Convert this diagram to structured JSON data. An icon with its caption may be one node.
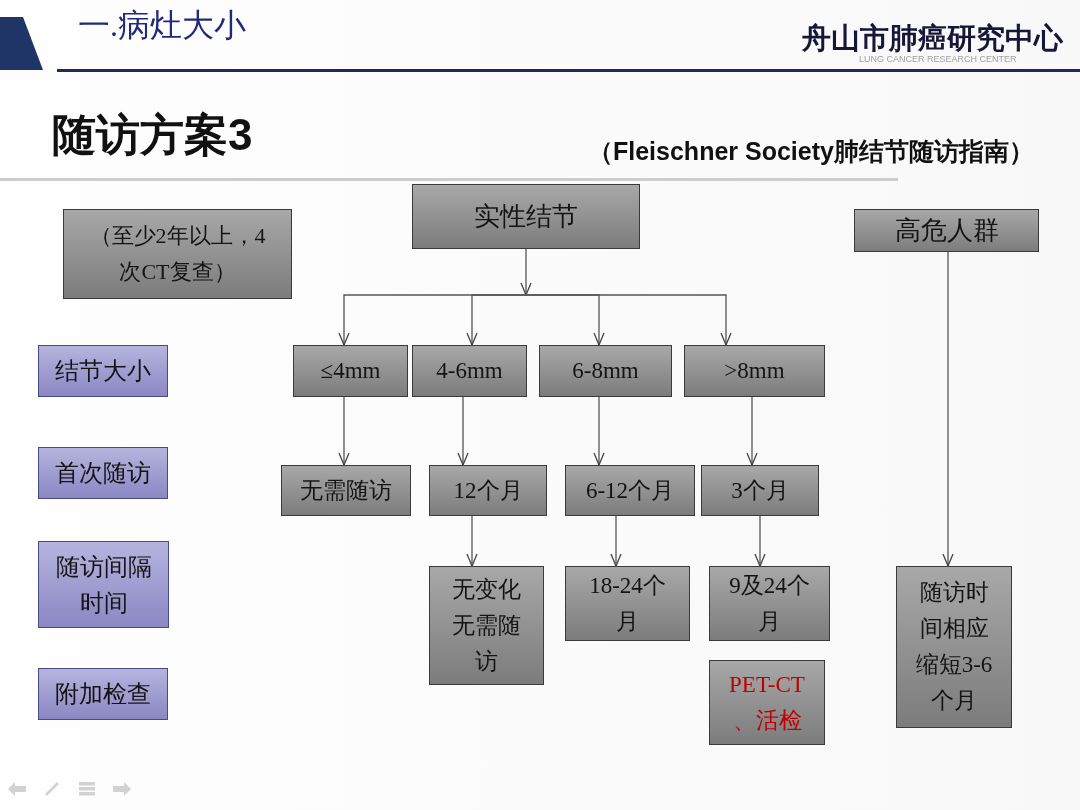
{
  "diagram": {
    "title": "随访方案3",
    "nodes": [
      {
        "text": [
          "实性结节"
        ]
      },
      {
        "text": [
          "（至少2年以上，4次CT复查）"
        ]
      },
      {
        "text": [
          "高危人群"
        ]
      },
      {
        "text": [
          "结节大小"
        ]
      },
      {
        "text": [
          "首次随访"
        ]
      },
      {
        "text": [
          "随访间隔时间"
        ]
      },
      {
        "text": [
          "附加检查"
        ]
      },
      {
        "text": [
          "≤4mm"
        ]
      },
      {
        "text": [
          "4-6mm"
        ]
      },
      {
        "text": [
          "6-8mm"
        ]
      },
      {
        "text": [
          ">8mm"
        ]
      },
      {
        "text": [
          "无需随访"
        ]
      },
      {
        "text": [
          "12个月"
        ]
      },
      {
        "text": [
          "6-12个月"
        ]
      },
      {
        "text": [
          "3个月"
        ]
      },
      {
        "text": [
          "无变化无需随访"
        ]
      },
      {
        "text": [
          "18-24个月"
        ]
      },
      {
        "text": [
          "9及24个月"
        ]
      },
      {
        "text": [
          "PET-CT、活检"
        ]
      },
      {
        "text": [
          "随访时间相应缩短3-6个月"
        ]
      }
    ],
    "edges": [
      {
        "from": 0,
        "to": 7,
        "arrow": "to"
      },
      {
        "from": 0,
        "to": 8,
        "arrow": "to"
      },
      {
        "from": 0,
        "to": 9,
        "arrow": "to"
      },
      {
        "from": 0,
        "to": 10,
        "arrow": "to"
      },
      {
        "from": 7,
        "to": 11,
        "arrow": "to"
      },
      {
        "from": 8,
        "to": 12,
        "arrow": "to"
      },
      {
        "from": 9,
        "to": 13,
        "arrow": "to"
      },
      {
        "from": 10,
        "to": 14,
        "arrow": "to"
      },
      {
        "from": 12,
        "to": 15,
        "arrow": "to"
      },
      {
        "from": 13,
        "to": 16,
        "arrow": "to"
      },
      {
        "from": 14,
        "to": 17,
        "arrow": "to"
      },
      {
        "from": 2,
        "to": 19,
        "arrow": "to"
      }
    ],
    "labels": [
      "一.病灶大小",
      "舟山市肺癌研究中心",
      "LUNG CANCER RESEARCH CENTER",
      "（Fleischner Society肺结节随访指南）"
    ]
  }
}
